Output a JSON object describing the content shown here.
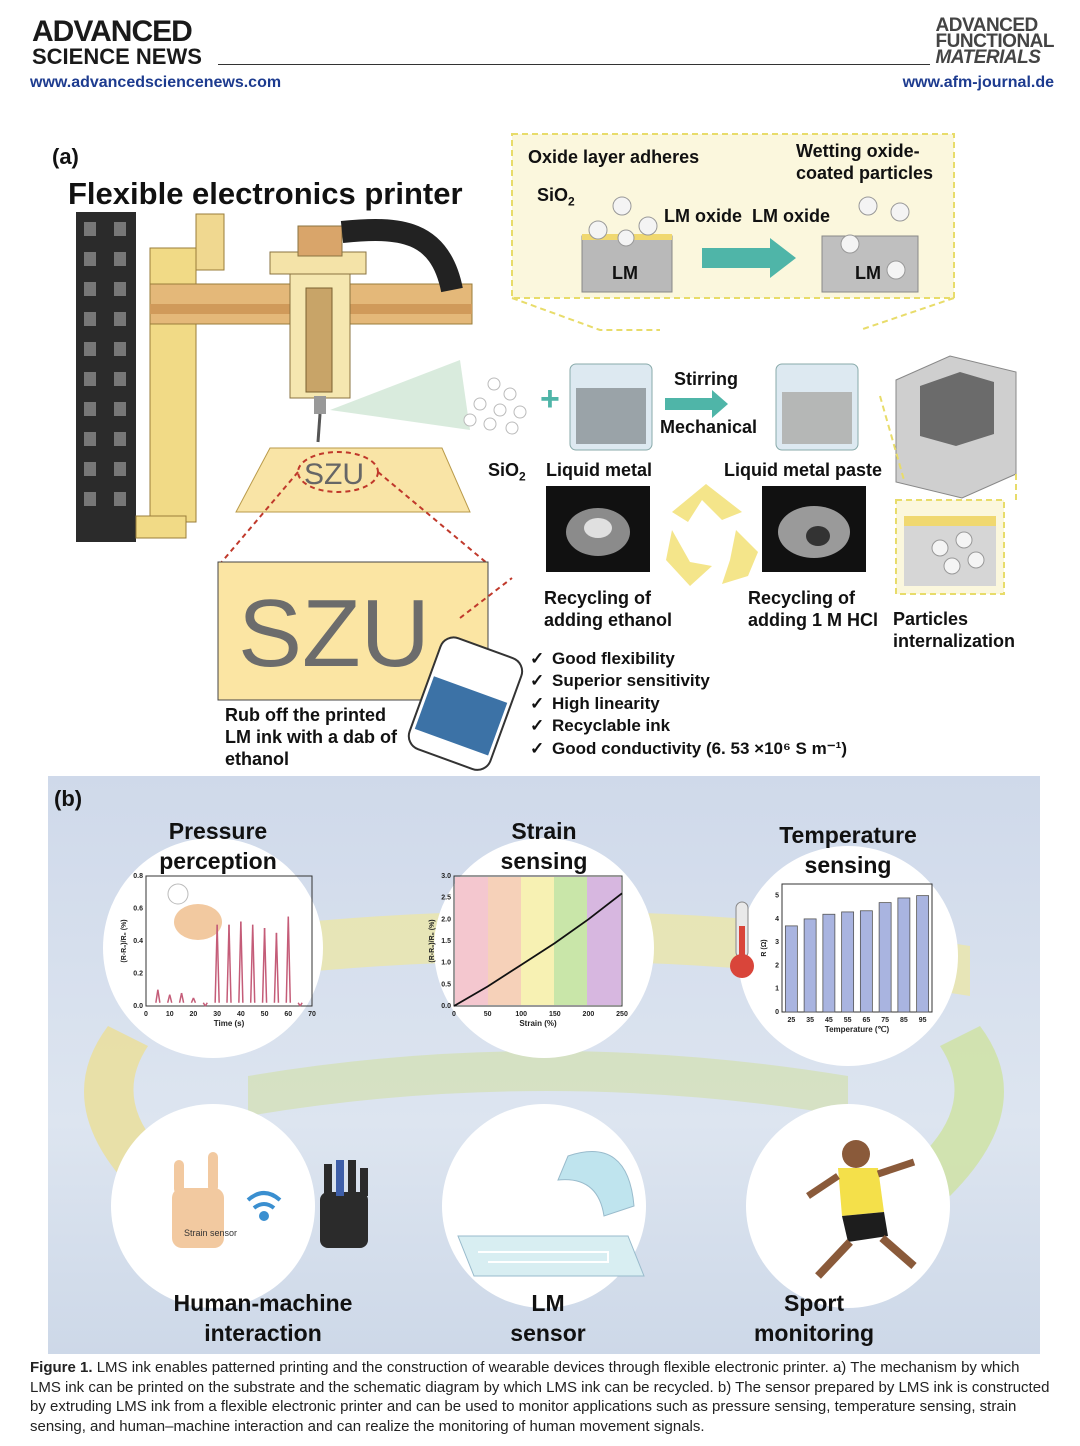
{
  "header": {
    "brand_line1": "ADVANCED",
    "brand_line2": "SCIENCE NEWS",
    "url_left": "www.advancedsciencenews.com",
    "journal_line1": "ADVANCED",
    "journal_line2": "FUNCTIONAL",
    "journal_line3": "MATERIALS",
    "url_right": "www.afm-journal.de"
  },
  "panel_a": {
    "label": "(a)",
    "title": "Flexible electronics printer",
    "oxide_layer": "Oxide layer adheres",
    "wetting": "Wetting oxide-\ncoated particles",
    "sio2_top": "SiO",
    "sio2_top_sub": "2",
    "lm_oxide_1": "LM oxide",
    "lm_oxide_2": "LM oxide",
    "lm_box_left": "LM",
    "lm_box_right": "LM",
    "stirring": "Stirring",
    "mechanical": "Mechanical",
    "substrate_text": "SZU",
    "zoom_text": "SZU",
    "sio2_label": "SiO",
    "sio2_label_sub": "2",
    "liquid_metal": "Liquid metal",
    "liquid_metal_paste": "Liquid metal paste",
    "recycling_ethanol": "Recycling of\nadding ethanol",
    "recycling_hcl": "Recycling of\nadding 1 M HCl",
    "particles_internalization": "Particles\ninternalization",
    "rub_off": "Rub off the printed\nLM ink with a dab of\nethanol",
    "check_mark": "✓",
    "features": [
      "Good flexibility",
      "Superior sensitivity",
      "High linearity",
      "Recyclable ink",
      "Good conductivity (6. 53 ×10⁶ S m⁻¹)"
    ]
  },
  "panel_b": {
    "label": "(b)",
    "pressure": "Pressure\nperception",
    "strain": "Strain\nsensing",
    "temperature": "Temperature\nsensing",
    "hmi": "Human-machine\ninteraction",
    "lm_sensor": "LM\nsensor",
    "sport": "Sport\nmonitoring",
    "strain_sensor_label": "Strain sensor",
    "pressure_chart": {
      "xlabel": "Time (s)",
      "ylabel": "(R-R₀)/R₀ (%)",
      "xticks": [
        "0",
        "10",
        "20",
        "30",
        "40",
        "50",
        "60",
        "70"
      ],
      "yticks": [
        "0.0",
        "0.2",
        "0.4",
        "0.6",
        "0.8"
      ]
    },
    "strain_chart": {
      "xlabel": "Strain (%)",
      "ylabel": "(R-R₀)/R₀ (%)",
      "xticks": [
        "0",
        "50",
        "100",
        "150",
        "200",
        "250"
      ],
      "yticks": [
        "0.0",
        "0.5",
        "1.0",
        "1.5",
        "2.0",
        "2.5",
        "3.0"
      ]
    },
    "temp_chart": {
      "xlabel": "Temperature (℃)",
      "ylabel": "R (Ω)",
      "xticks": [
        "25",
        "35",
        "45",
        "55",
        "65",
        "75",
        "85",
        "95"
      ],
      "yticks": [
        "0",
        "1",
        "2",
        "3",
        "4",
        "5"
      ]
    }
  },
  "caption": {
    "label": "Figure 1.",
    "text": "LMS ink enables patterned printing and the construction of wearable devices through flexible electronic printer. a) The mechanism by which LMS ink can be printed on the substrate and the schematic diagram by which LMS ink can be recycled. b) The sensor prepared by LMS ink is constructed by extruding LMS ink from a flexible electronic printer and can be used to monitor applications such as pressure sensing, temperature sensing, strain sensing, and human–machine interaction and can realize the monitoring of human movement signals."
  },
  "chart_data": [
    {
      "type": "line",
      "xlabel": "Time (s)",
      "ylabel": "(R-R₀)/R₀ (%)",
      "xlim": [
        0,
        70
      ],
      "ylim": [
        0,
        0.8
      ],
      "x": [
        5,
        10,
        15,
        20,
        25,
        30,
        35,
        40,
        45,
        50,
        55,
        60,
        65
      ],
      "values": [
        0.1,
        0.07,
        0.08,
        0.05,
        0.0,
        0.5,
        0.5,
        0.52,
        0.5,
        0.48,
        0.45,
        0.55,
        0.0
      ]
    },
    {
      "type": "line",
      "xlabel": "Strain (%)",
      "ylabel": "(R-R₀)/R₀ (%)",
      "xlim": [
        0,
        250
      ],
      "ylim": [
        0,
        3
      ],
      "x": [
        0,
        50,
        100,
        150,
        200,
        250
      ],
      "values": [
        0.0,
        0.45,
        0.95,
        1.45,
        2.0,
        2.6
      ]
    },
    {
      "type": "bar",
      "xlabel": "Temperature (℃)",
      "ylabel": "R (Ω)",
      "categories": [
        "25",
        "35",
        "45",
        "55",
        "65",
        "75",
        "85",
        "95"
      ],
      "values": [
        3.7,
        4.0,
        4.2,
        4.3,
        4.35,
        4.7,
        4.9,
        5.0
      ],
      "ylim": [
        0,
        5.5
      ]
    }
  ]
}
